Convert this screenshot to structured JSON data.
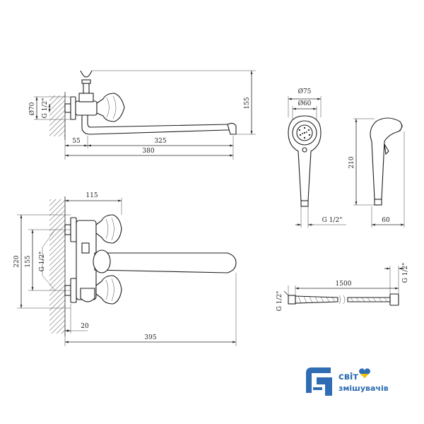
{
  "colors": {
    "line": "#2a2a2a",
    "hatch": "#6e6e6e",
    "brand_blue": "#2e6db4",
    "flag_yellow": "#f2c200"
  },
  "top_view": {
    "dim_diameter": "Ø70",
    "dim_thread": "G 1/2\"",
    "dim_height": "155",
    "dim_55": "55",
    "dim_325": "325",
    "dim_380": "380"
  },
  "front_view": {
    "dim_115": "115",
    "dim_220": "220",
    "dim_155": "155",
    "dim_thread": "G 1/2\"",
    "dim_20": "20",
    "dim_395": "395"
  },
  "shower_head": {
    "dim_75": "Ø75",
    "dim_60": "Ø60",
    "dim_210": "210",
    "dim_thread": "G 1/2\"",
    "dim_depth": "60"
  },
  "hose": {
    "dim_thread_left": "G 1/2\"",
    "dim_length": "1500",
    "dim_thread_right": "G 1/2\""
  },
  "brand": {
    "line1": "світ",
    "line2": "змішувачів",
    "logo_icon": "faucet-logo-icon",
    "flag_icon": "ukraine-heart-icon"
  }
}
